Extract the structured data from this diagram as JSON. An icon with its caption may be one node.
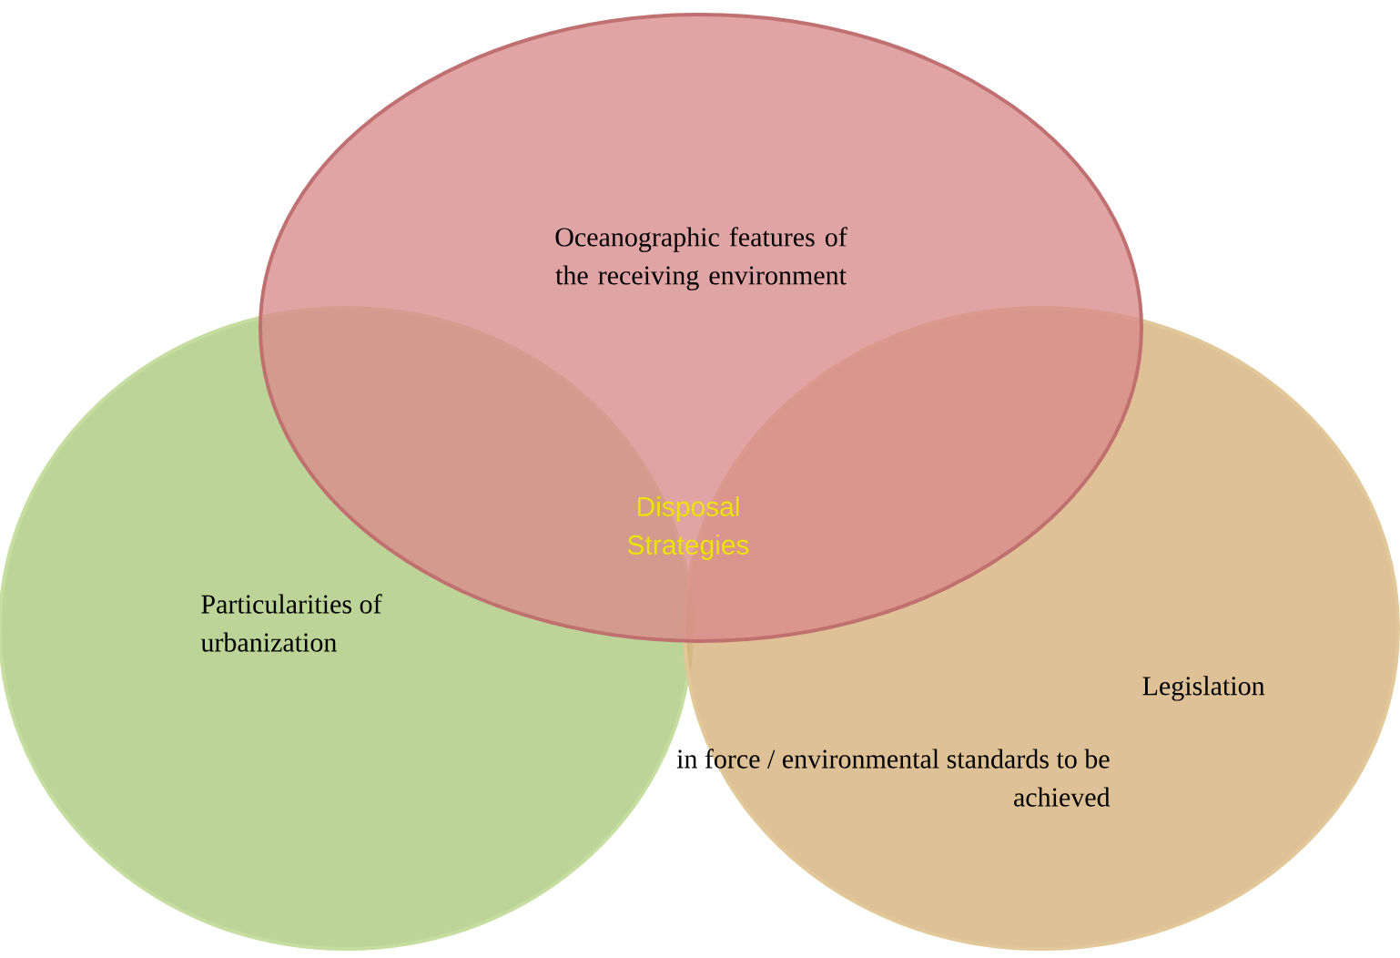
{
  "diagram": {
    "nodes": [
      {
        "text": [
          "Oceanographic features of the receiving environment"
        ]
      },
      {
        "text": [
          "Particularities of urbanization"
        ]
      },
      {
        "text": [
          "Legislation",
          "in force / environmental standards to be achieved"
        ]
      }
    ],
    "labels": [
      "Disposal Strategies"
    ]
  }
}
